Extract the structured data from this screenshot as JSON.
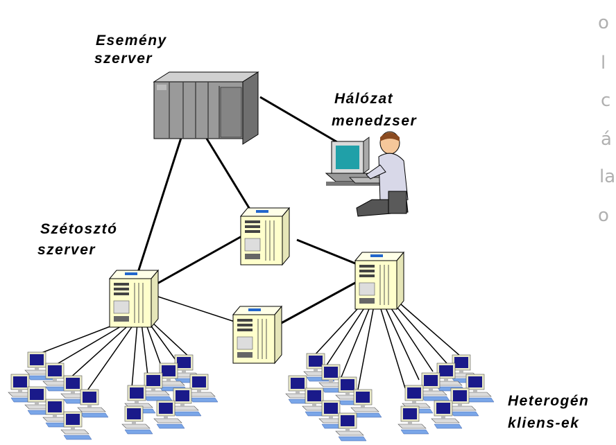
{
  "labels": {
    "event_server": [
      "Esemény",
      "szerver"
    ],
    "network_manager": [
      "Hálózat",
      "menedzser"
    ],
    "distribution_server": [
      "Szétosztó",
      "szerver"
    ],
    "heterogeneous_clients": [
      "Heterogén",
      "kliens-ek"
    ]
  },
  "right_edge_fragments": [
    "o",
    "l",
    "c",
    "á",
    "la",
    "o"
  ],
  "colors": {
    "line": "#000000",
    "server_tower": "#ffffcc",
    "mainframe": "#9a9a9a",
    "monitor_screen": "#1a1a8a",
    "workstation_screen": "#20a0a8",
    "led": "#2266cc"
  },
  "icons": {
    "event_server": "mainframe-icon",
    "network_manager": "operator-workstation-icon",
    "nodes": "server-tower-icon",
    "clients": "desktop-pc-icon"
  }
}
